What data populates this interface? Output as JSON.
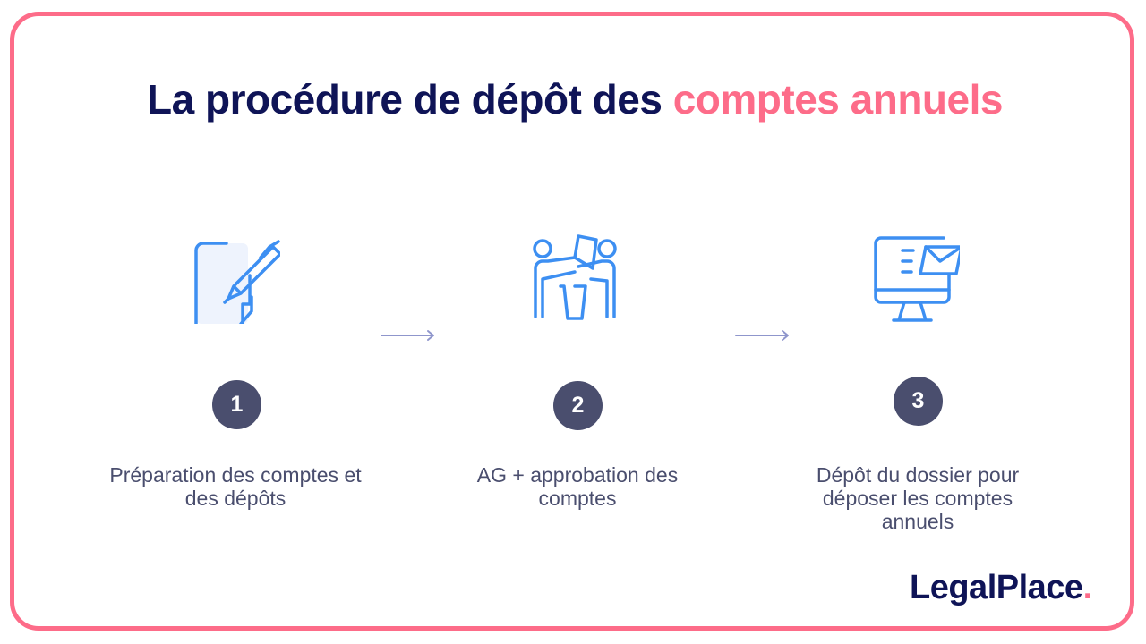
{
  "title": {
    "main": "La procédure de dépôt des ",
    "accent": "comptes annuels"
  },
  "steps": [
    {
      "number": "1",
      "icon": "document-pen-icon",
      "label_line1": "Préparation des comptes et",
      "label_line2": "des dépôts",
      "label_line3": ""
    },
    {
      "number": "2",
      "icon": "meeting-people-icon",
      "label_line1": "AG + approbation des",
      "label_line2": "comptes",
      "label_line3": ""
    },
    {
      "number": "3",
      "icon": "computer-mail-icon",
      "label_line1": "Dépôt du dossier pour",
      "label_line2": "déposer les comptes",
      "label_line3": "annuels"
    }
  ],
  "logo": {
    "text": "LegalPlace",
    "dot": "."
  },
  "colors": {
    "navy": "#0f1457",
    "accent_pink": "#fd6c89",
    "icon_blue": "#3d8ff2",
    "badge": "#4a4e6e",
    "arrow": "#8f96cc"
  }
}
